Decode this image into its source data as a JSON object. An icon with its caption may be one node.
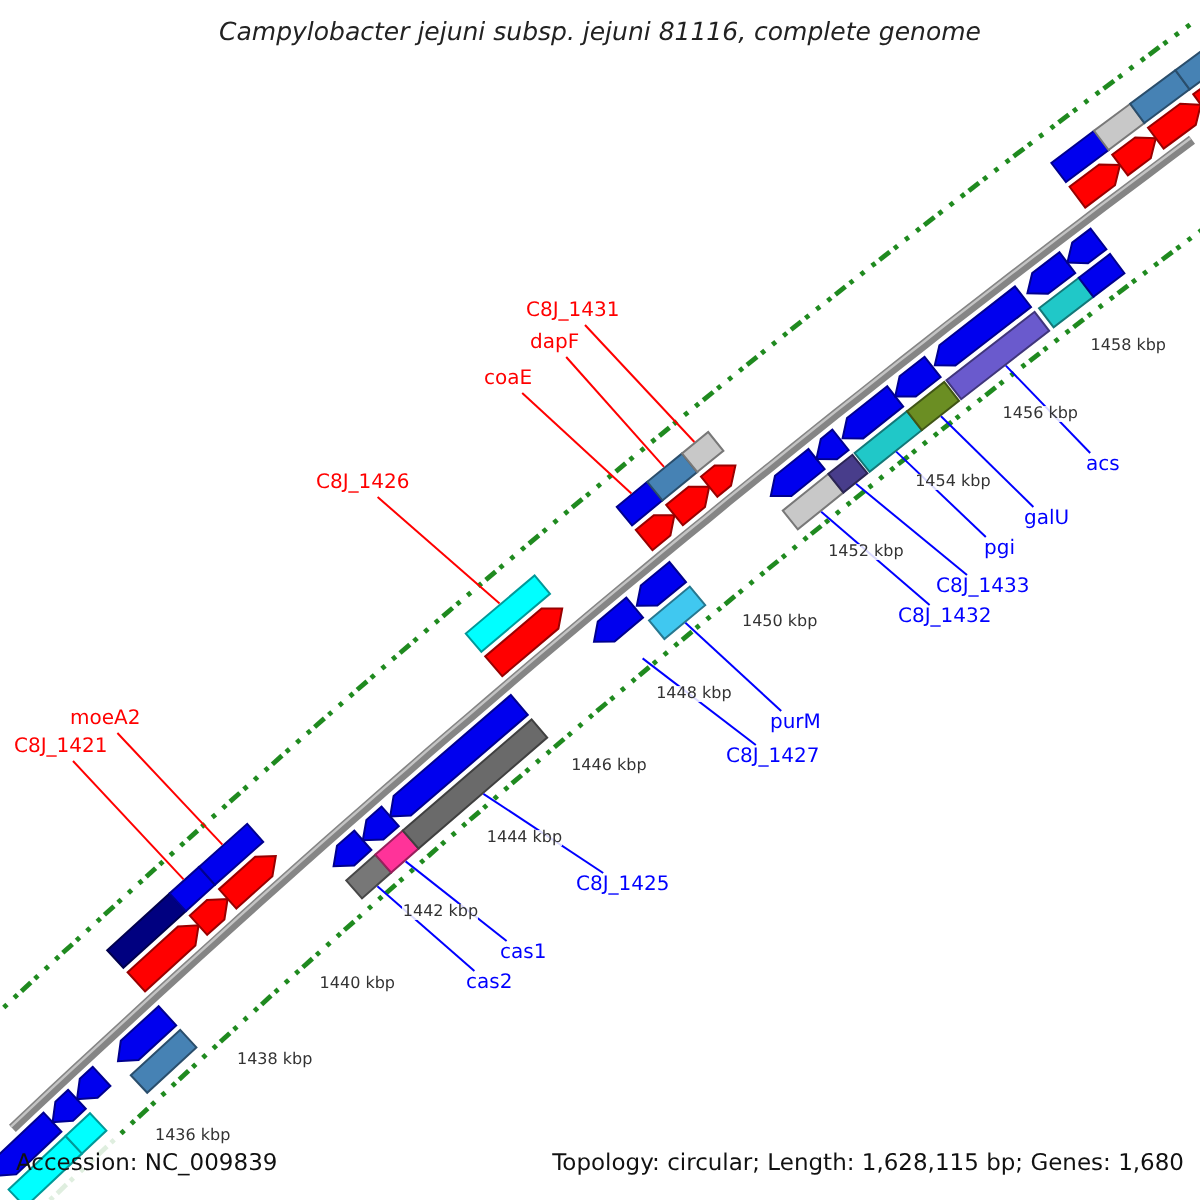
{
  "diagram": {
    "title": "Campylobacter jejuni subsp. jejuni 81116, complete genome",
    "nodes": [
      {
        "text": [
          "C8J_1431"
        ]
      },
      {
        "text": [
          "dapF"
        ]
      },
      {
        "text": [
          "coaE"
        ]
      },
      {
        "text": [
          "acs"
        ]
      },
      {
        "text": [
          "C8J_1426"
        ]
      },
      {
        "text": [
          "galU"
        ]
      },
      {
        "text": [
          "pgi"
        ]
      },
      {
        "text": [
          "C8J_1433"
        ]
      },
      {
        "text": [
          "C8J_1432"
        ]
      },
      {
        "text": [
          "moeA2"
        ]
      },
      {
        "text": [
          "purM"
        ]
      },
      {
        "text": [
          "C8J_1421"
        ]
      },
      {
        "text": [
          "C8J_1427"
        ]
      },
      {
        "text": [
          "C8J_1425"
        ]
      },
      {
        "text": [
          "cas1"
        ]
      },
      {
        "text": [
          "cas2"
        ]
      },
      {
        "text": [],
        "shape": "bar"
      },
      {
        "text": [],
        "shape": "bar"
      },
      {
        "text": [],
        "shape": "bar"
      },
      {
        "text": [],
        "shape": "bar"
      },
      {
        "text": [],
        "shape": "bar"
      },
      {
        "text": [],
        "shape": "bar"
      },
      {
        "text": [],
        "shape": "bar"
      },
      {
        "text": [],
        "shape": "bar"
      },
      {
        "text": [],
        "shape": "bar"
      },
      {
        "text": [],
        "shape": "bar"
      },
      {
        "text": [],
        "shape": "bar"
      },
      {
        "text": [],
        "shape": "bar"
      },
      {
        "text": [],
        "shape": "bar"
      },
      {
        "text": [],
        "shape": "bar"
      },
      {
        "text": [],
        "shape": "bar"
      },
      {
        "text": [],
        "shape": "bar"
      },
      {
        "text": [],
        "shape": "bar"
      },
      {
        "text": [],
        "shape": "bar"
      },
      {
        "text": [],
        "shape": "bar"
      },
      {
        "text": [],
        "shape": "bar"
      },
      {
        "text": [],
        "shape": "bar"
      },
      {
        "text": [],
        "shape": "bar"
      },
      {
        "text": [],
        "shape": "bar"
      },
      {
        "text": [],
        "shape": "bar"
      },
      {
        "text": [],
        "shape": "bar"
      },
      {
        "text": [],
        "shape": "bar"
      },
      {
        "text": [],
        "shape": "bar"
      }
    ],
    "edges": [
      {
        "from": 0,
        "to": 31,
        "arrow": "none",
        "color": "#ff0000"
      },
      {
        "from": 1,
        "to": 30,
        "arrow": "none",
        "color": "#ff0000"
      },
      {
        "from": 2,
        "to": 29,
        "arrow": "none",
        "color": "#ff0000"
      },
      {
        "from": 3,
        "to": 36,
        "arrow": "none"
      },
      {
        "from": 4,
        "to": 26,
        "arrow": "none",
        "color": "#ff0000"
      },
      {
        "from": 5,
        "to": 35,
        "arrow": "none"
      },
      {
        "from": 6,
        "to": 34,
        "arrow": "none"
      },
      {
        "from": 7,
        "to": 33,
        "arrow": "none"
      },
      {
        "from": 8,
        "to": 32,
        "arrow": "none"
      },
      {
        "from": 9,
        "to": 22,
        "arrow": "none",
        "color": "#ff0000"
      },
      {
        "from": 10,
        "to": 28,
        "arrow": "none"
      },
      {
        "from": 11,
        "to": 21,
        "arrow": "none",
        "color": "#ff0000"
      },
      {
        "from": 12,
        "to": 27,
        "arrow": "none"
      },
      {
        "from": 13,
        "to": 25,
        "arrow": "none"
      },
      {
        "from": 14,
        "to": 24,
        "arrow": "none"
      },
      {
        "from": 15,
        "to": 23,
        "arrow": "none"
      }
    ],
    "labels": [
      "1436 kbp",
      "1438 kbp",
      "1440 kbp",
      "1442 kbp",
      "1444 kbp",
      "1446 kbp",
      "1448 kbp",
      "1450 kbp",
      "1452 kbp",
      "1454 kbp",
      "1456 kbp",
      "1458 kbp",
      "Accession: NC_009839",
      "Topology: circular; Length: 1,628,115 bp; Genes: 1,680"
    ]
  }
}
